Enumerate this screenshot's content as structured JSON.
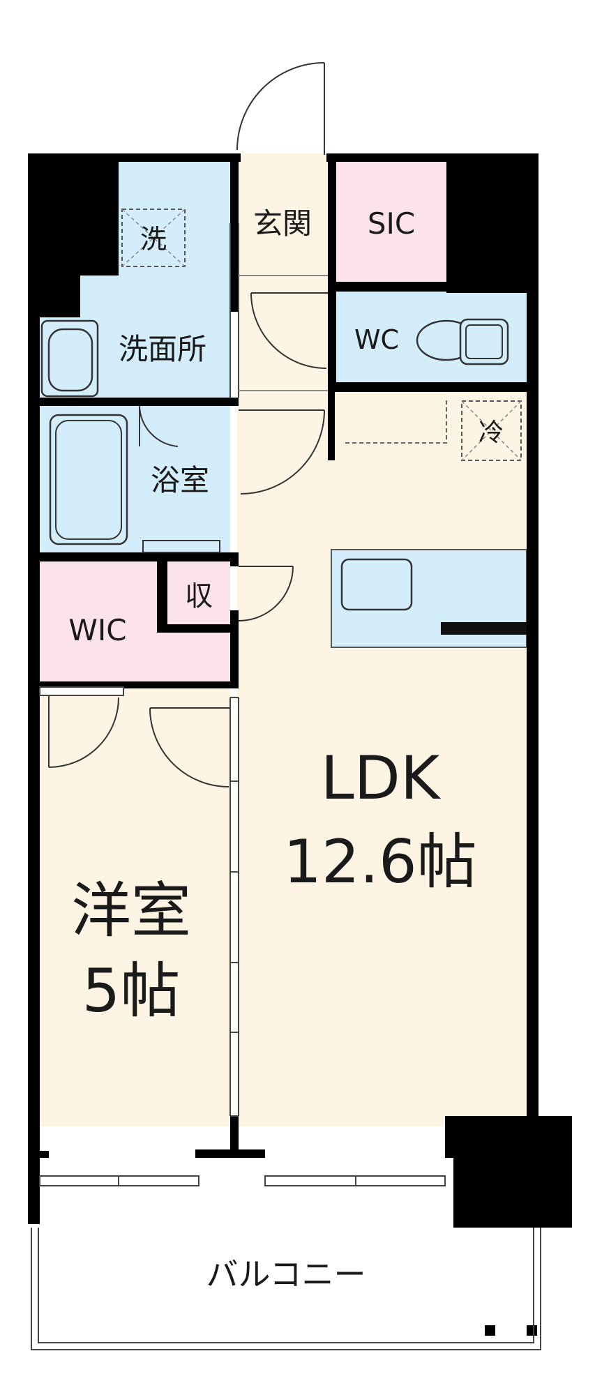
{
  "floorplan": {
    "rooms": {
      "entrance": "玄関",
      "sic": "SIC",
      "washer": "洗",
      "washroom": "洗面所",
      "wc": "WC",
      "fridge": "冷",
      "bath": "浴室",
      "storage": "収",
      "wic": "WIC",
      "ldk_name": "LDK",
      "ldk_size": "12.6帖",
      "western_name": "洋室",
      "western_size": "5帖",
      "balcony": "バルコニー"
    },
    "colors": {
      "wall": "#000000",
      "floor": "#fdf4e3",
      "wet_area": "#d3eefa",
      "closet": "#fbe2ec",
      "outline": "#333333"
    }
  }
}
